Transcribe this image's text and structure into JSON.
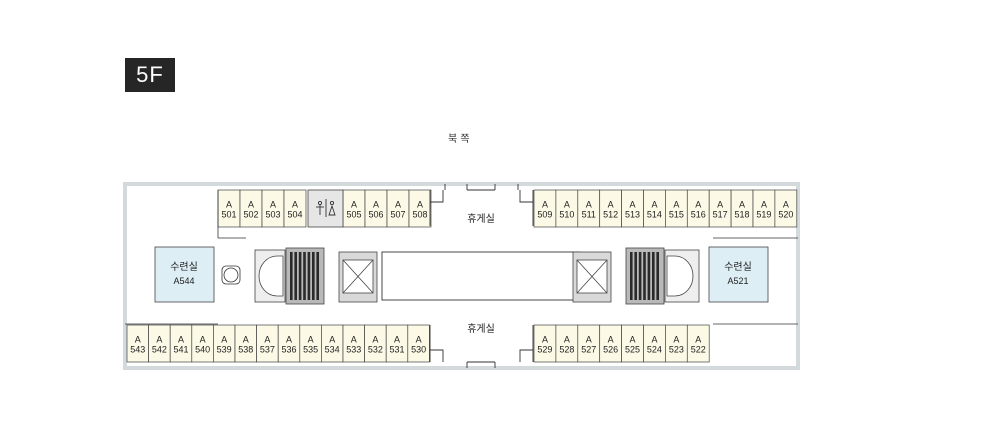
{
  "floor": "5F",
  "north_label": "북 쪽",
  "lounge_label": "휴게실",
  "prayer_rooms": [
    {
      "name": "수련실",
      "code": "A544"
    },
    {
      "name": "수련실",
      "code": "A521"
    }
  ],
  "restroom_icon": "restroom-icon",
  "top_left_rooms": [
    "501",
    "502",
    "503",
    "504"
  ],
  "top_mid_rooms": [
    "505",
    "506",
    "507",
    "508"
  ],
  "top_right_rooms": [
    "509",
    "510",
    "511",
    "512",
    "513",
    "514",
    "515",
    "516",
    "517",
    "518",
    "519",
    "520"
  ],
  "bottom_left_rooms": [
    "543",
    "542",
    "541",
    "540",
    "539",
    "538",
    "537",
    "536",
    "535",
    "534",
    "533",
    "532",
    "531",
    "530"
  ],
  "bottom_right_rooms": [
    "529",
    "528",
    "527",
    "526",
    "525",
    "524",
    "523",
    "522"
  ],
  "room_prefix": "A",
  "colors": {
    "room_fill": "#fcf9e6",
    "wall": "#d2dadb",
    "prayer_fill": "#ddeef5",
    "restroom_fill": "#e6e6e6"
  }
}
